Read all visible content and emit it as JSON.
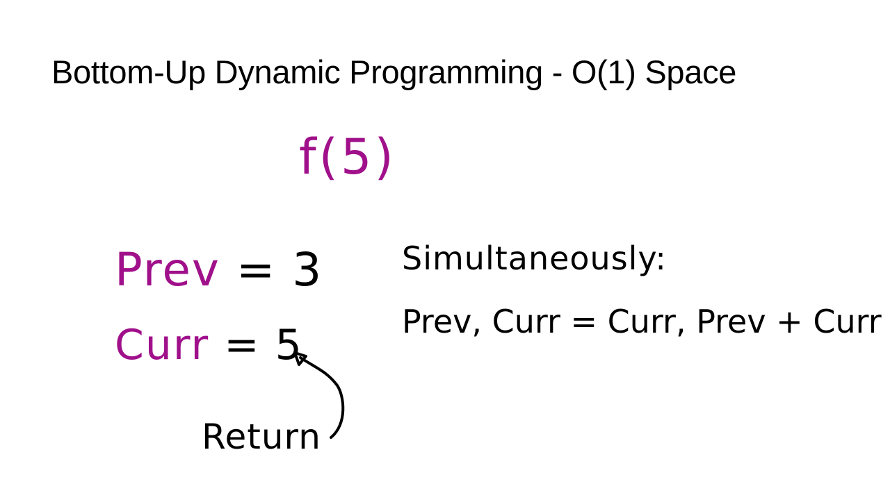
{
  "slide": {
    "title": "Bottom-Up Dynamic Programming - O(1) Space"
  },
  "annotations": {
    "function_call": "f(5)",
    "prev_label": "Prev",
    "prev_equals": "=",
    "prev_value": "3",
    "curr_label": "Curr",
    "curr_equals": "=",
    "curr_value": "5",
    "return_label": "Return",
    "simultaneously_label": "Simultaneously:",
    "swap_expression": "Prev, Curr = Curr, Prev + Curr"
  },
  "colors": {
    "ink_magenta": "#a0108a",
    "ink_black": "#000000",
    "background": "#ffffff"
  }
}
